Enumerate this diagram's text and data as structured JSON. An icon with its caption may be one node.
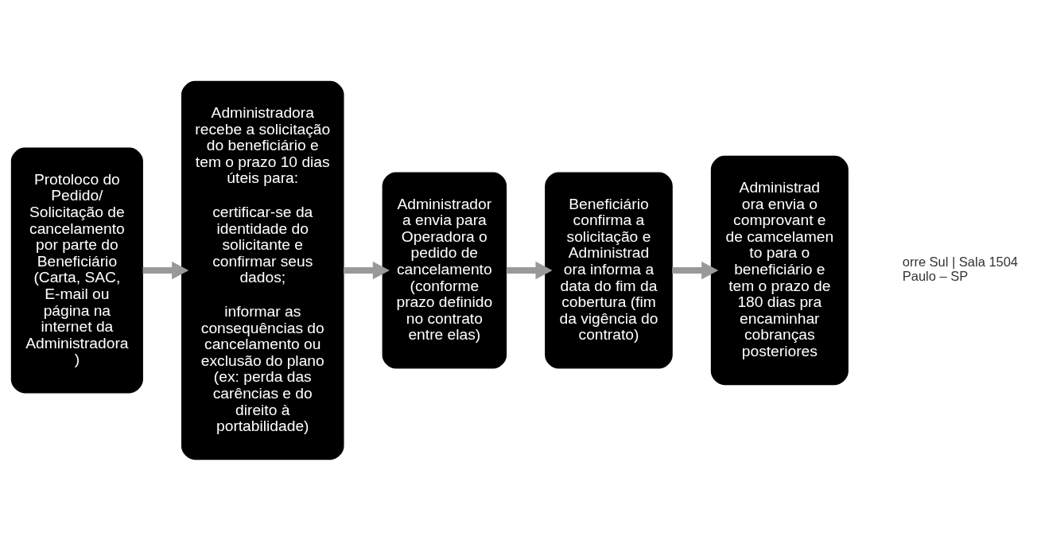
{
  "diagram": {
    "nodes": [
      {
        "text": [
          "Protoloco do Pedido/ Solicitação de cancelamento por parte do Beneficiário (Carta, SAC, E-mail ou página na internet da Administradora )"
        ]
      },
      {
        "text": [
          "Administradora recebe a solicitação do beneficiário e tem o prazo 10 dias úteis para:",
          "certificar-se da identidade do solicitante e confirmar seus dados;",
          "informar as consequências do cancelamento ou exclusão do plano (ex: perda das carências e do direito à portabilidade)"
        ]
      },
      {
        "text": [
          "Administrador a envia para Operadora o pedido de cancelamento (conforme prazo definido no contrato entre elas)"
        ]
      },
      {
        "text": [
          "Beneficiário confirma a solicitação e Administrad ora informa a data do fim da cobertura (fim da vigência do contrato)"
        ]
      },
      {
        "text": [
          "Administrad ora envia o comprovant e de camcelamen to para o beneficiário e tem o prazo de 180 dias pra encaminhar cobranças posteriores"
        ]
      }
    ],
    "edges": [
      {
        "from": 0,
        "to": 1,
        "arrow": "to"
      },
      {
        "from": 1,
        "to": 2,
        "arrow": "to"
      },
      {
        "from": 2,
        "to": 3,
        "arrow": "to"
      },
      {
        "from": 3,
        "to": 4,
        "arrow": "to"
      }
    ],
    "labels": [
      "orre Sul | Sala 1504",
      "Paulo – SP"
    ]
  }
}
